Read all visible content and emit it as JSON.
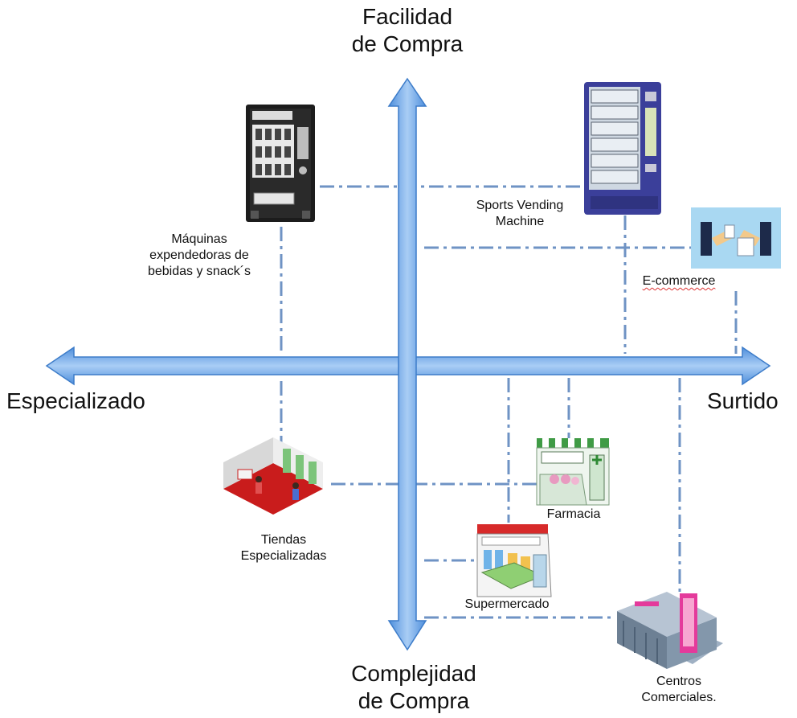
{
  "axes": {
    "top": [
      "Facilidad",
      "de Compra"
    ],
    "bottom": [
      "Complejidad",
      "de Compra"
    ],
    "left": "Especializado",
    "right": "Surtido"
  },
  "items": {
    "vending_snacks": [
      "Máquinas",
      "expendedoras de",
      "bebidas y snack´s"
    ],
    "sports_vending": [
      "Sports Vending",
      "Machine"
    ],
    "ecommerce": [
      "E-commerce"
    ],
    "tiendas": [
      "Tiendas",
      "Especializadas"
    ],
    "farmacia": [
      "Farmacia"
    ],
    "supermercado": [
      "Supermercado"
    ],
    "centros": [
      "Centros",
      "Comerciales."
    ]
  },
  "colors": {
    "axis_fill": "#6fa8e8",
    "axis_edge": "#3d7cc9",
    "guide_line": "#6f93c4"
  }
}
